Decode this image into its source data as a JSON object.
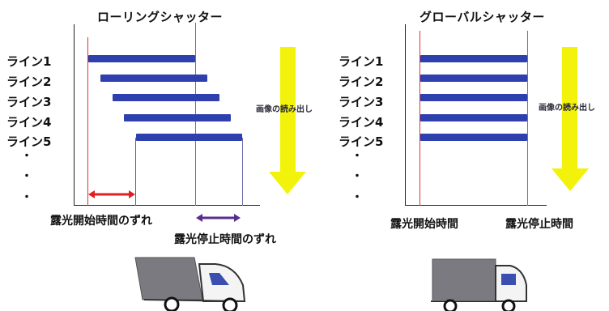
{
  "rolling": {
    "title": "ローリングシャッター",
    "lines": [
      "ライン1",
      "ライン2",
      "ライン3",
      "ライン4",
      "ライン5"
    ],
    "dots": [
      "・",
      "・",
      "・"
    ],
    "readout_label": "画像の読み出し",
    "start_offset_label": "露光開始時間のずれ",
    "stop_offset_label": "露光停止時間のずれ"
  },
  "global": {
    "title": "グローバルシャッター",
    "lines": [
      "ライン1",
      "ライン2",
      "ライン3",
      "ライン4",
      "ライン5"
    ],
    "dots": [
      "・",
      "・",
      "・"
    ],
    "readout_label": "画像の読み出し",
    "start_label": "露光開始時間",
    "stop_label": "露光停止時間"
  },
  "colors": {
    "bar": "#2e3fae",
    "start_line": "#e03030",
    "stop_line": "#6e6ea8",
    "readout_arrow": "#f2f20a",
    "start_arrow": "#e02020",
    "stop_arrow": "#5a2c8c",
    "truck_cargo": "#7a7a80",
    "truck_window": "#3a4fb0"
  }
}
